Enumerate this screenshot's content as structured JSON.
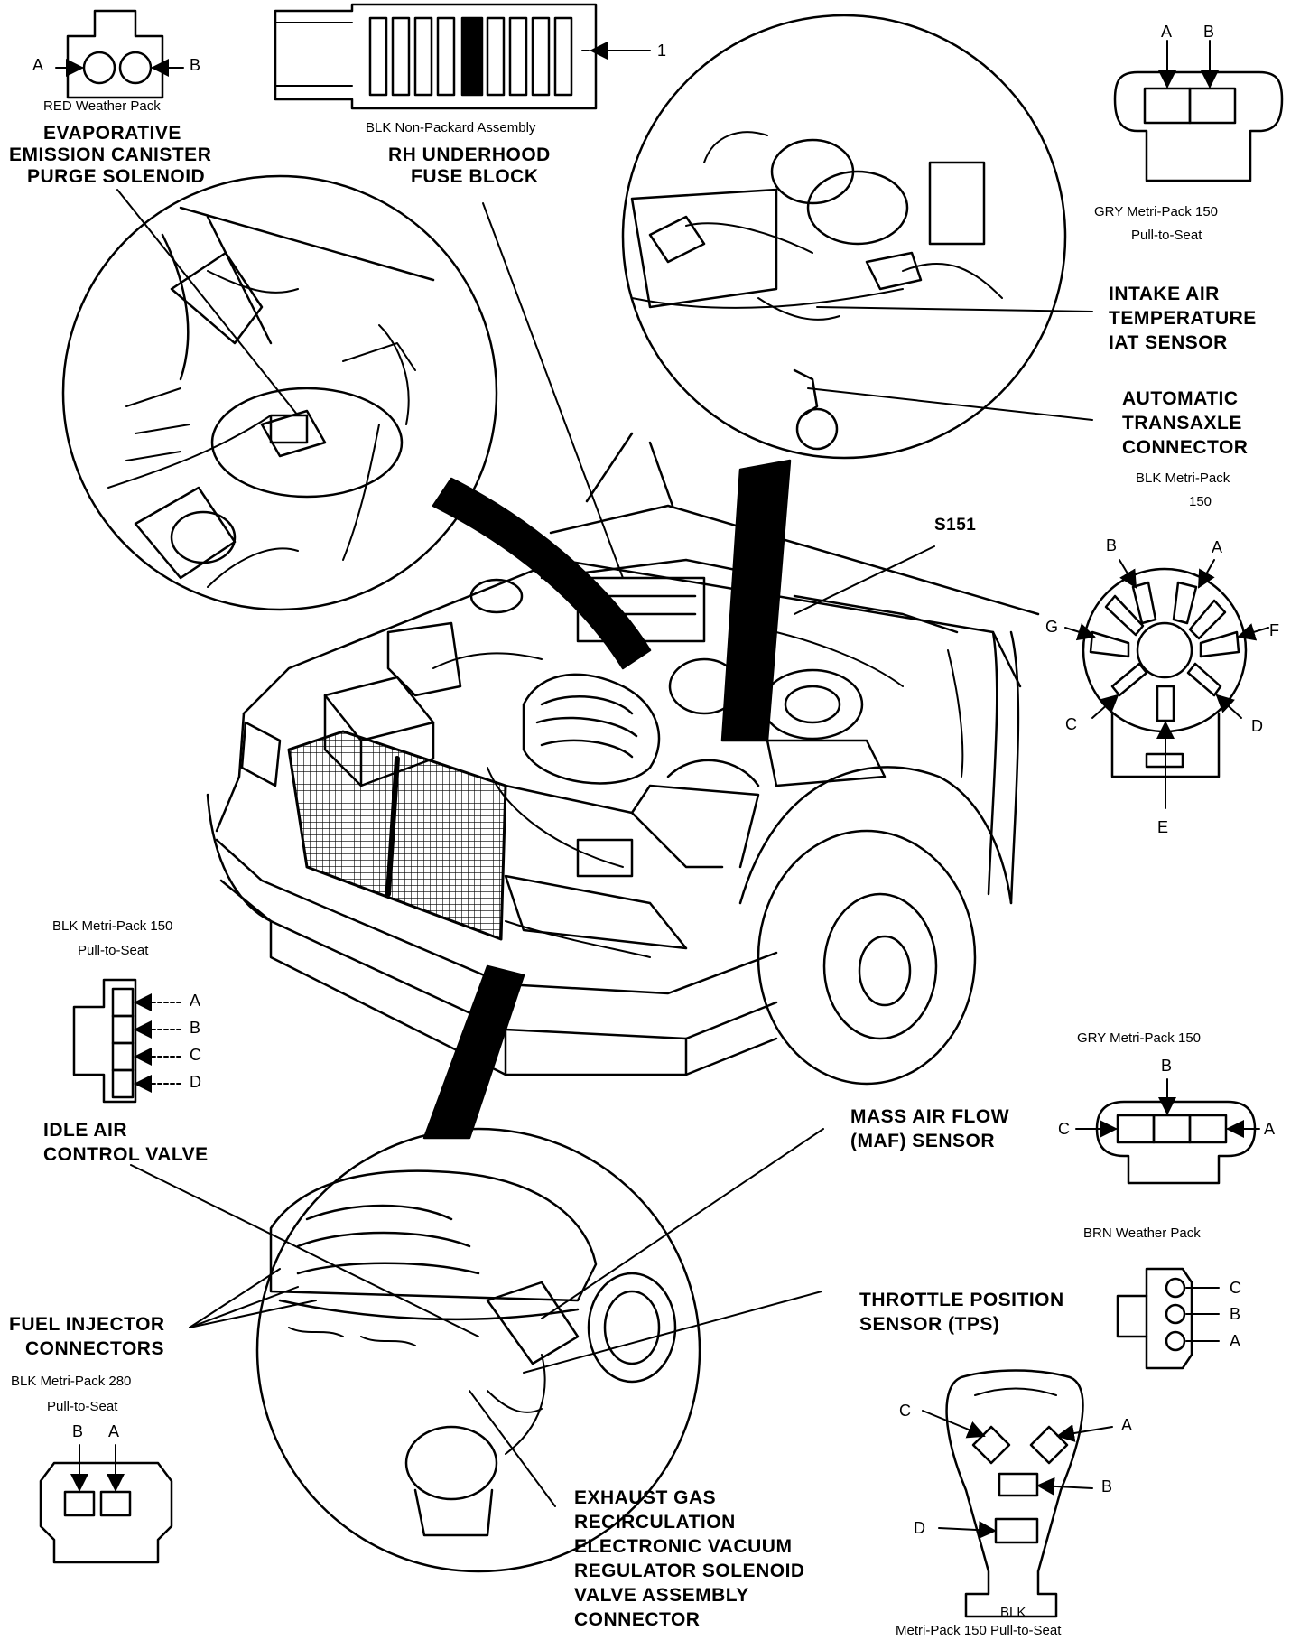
{
  "labels": {
    "evap_title": [
      "EVAPORATIVE",
      "EMISSION CANISTER",
      "PURGE SOLENOID"
    ],
    "rh_fuse_title": [
      "RH UNDERHOOD",
      "FUSE BLOCK"
    ],
    "iat_title": [
      "INTAKE AIR",
      "TEMPERATURE",
      "IAT SENSOR"
    ],
    "ats_title": [
      "AUTOMATIC",
      "TRANSAXLE",
      "CONNECTOR"
    ],
    "iac_title": [
      "IDLE AIR",
      "CONTROL VALVE"
    ],
    "maf_title": [
      "MASS AIR FLOW",
      "(MAF) SENSOR"
    ],
    "fuel_inj_title": [
      "FUEL INJECTOR",
      "CONNECTORS"
    ],
    "tps_title": [
      "THROTTLE POSITION",
      "SENSOR (TPS)"
    ],
    "egr_title": [
      "EXHAUST GAS",
      "RECIRCULATION",
      "ELECTRONIC VACUUM",
      "REGULATOR SOLENOID",
      "VALVE ASSEMBLY",
      "CONNECTOR"
    ],
    "s151": "S151",
    "fuse_callout": "1"
  },
  "connectors": {
    "red_weather_pack": {
      "caption": "RED Weather Pack",
      "pins": [
        "A",
        "B"
      ]
    },
    "blk_non_packard": {
      "caption": "BLK Non-Packard Assembly"
    },
    "gry_metri_pack_top": {
      "caption": [
        "GRY Metri-Pack 150",
        "Pull-to-Seat"
      ],
      "pins": [
        "A",
        "B"
      ]
    },
    "blk_metri_pack_ats": {
      "caption": [
        "BLK Metri-Pack",
        "150"
      ],
      "pins": [
        "A",
        "B",
        "C",
        "D",
        "E",
        "F",
        "G"
      ]
    },
    "blk_metri_pack_iac": {
      "caption": [
        "BLK Metri-Pack 150",
        "Pull-to-Seat"
      ],
      "pins": [
        "A",
        "B",
        "C",
        "D"
      ]
    },
    "gry_metri_pack_maf": {
      "caption": "GRY Metri-Pack 150",
      "pins": [
        "A",
        "B",
        "C"
      ]
    },
    "brn_weather_pack": {
      "caption": "BRN Weather Pack",
      "pins": [
        "A",
        "B",
        "C"
      ]
    },
    "blk_metri_pack_280": {
      "caption": [
        "BLK Metri-Pack 280",
        "Pull-to-Seat"
      ],
      "pins": [
        "A",
        "B"
      ]
    },
    "blk_metri_pack_tps": {
      "caption": [
        "BLK",
        "Metri-Pack 150 Pull-to-Seat"
      ],
      "pins": [
        "A",
        "B",
        "C",
        "D"
      ]
    }
  }
}
